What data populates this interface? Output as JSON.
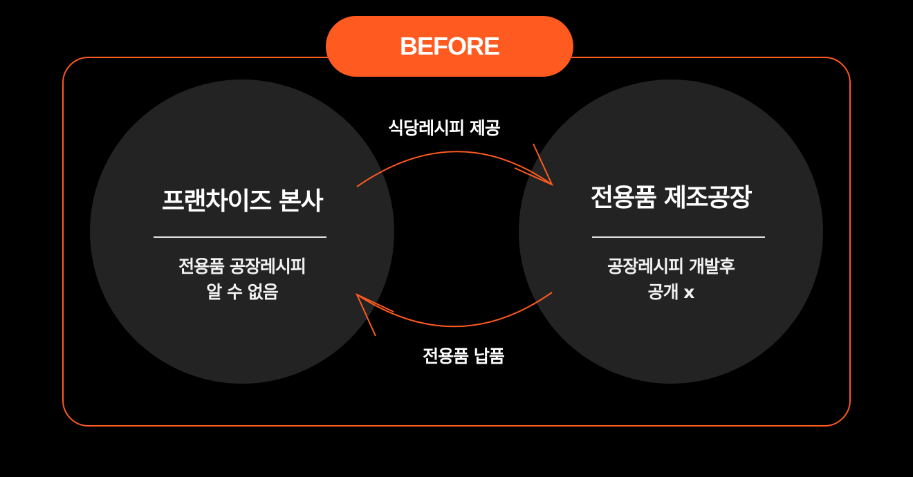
{
  "badge": {
    "label": "BEFORE"
  },
  "left_node": {
    "title": "프랜차이즈 본사",
    "desc_line1": "전용품 공장레시피",
    "desc_line2": "알 수 없음"
  },
  "right_node": {
    "title": "전용품 제조공장",
    "desc_line1": "공장레시피 개발후",
    "desc_line2": "공개 x"
  },
  "flows": {
    "top_label": "식당레시피 제공",
    "bottom_label": "전용품 납품"
  },
  "colors": {
    "accent": "#ff5a1f",
    "node_fill": "#232323",
    "background": "#000000"
  }
}
